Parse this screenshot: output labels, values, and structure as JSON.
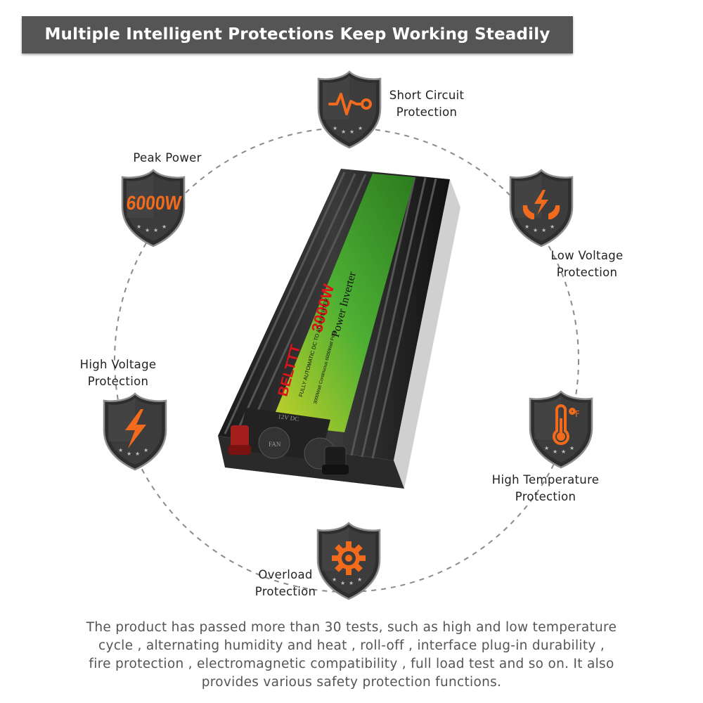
{
  "banner": {
    "title": "Multiple Intelligent Protections Keep Working Steadily"
  },
  "protections": [
    {
      "id": "short-circuit",
      "lines": [
        "Short Circuit",
        "Protection"
      ],
      "icon": "pulse-icon"
    },
    {
      "id": "peak-power",
      "lines": [
        "Peak Power"
      ],
      "icon": "6000w-badge",
      "badge_text": "6000W"
    },
    {
      "id": "low-voltage",
      "lines": [
        "Low Voltage",
        "Protection"
      ],
      "icon": "hands-lightning-icon"
    },
    {
      "id": "high-voltage",
      "lines": [
        "High Voltage",
        "Protection"
      ],
      "icon": "lightning-icon"
    },
    {
      "id": "high-temperature",
      "lines": [
        "High Temperature",
        "Protection"
      ],
      "icon": "thermometer-icon"
    },
    {
      "id": "overload",
      "lines": [
        "Overload",
        "Protection"
      ],
      "icon": "gear-icon"
    }
  ],
  "product": {
    "brand": "BELTTT",
    "power": "3000W",
    "name": "Power Inverter",
    "subtitle": "FULLY AUTOMATIC DC TO AC INVERTER",
    "rating": "3000Watt Continuous 6000Watt Peak",
    "input": "12V DC",
    "fan": "FAN"
  },
  "description": {
    "lines": [
      "The product has passed more than 30 tests, such as high and low temperature",
      "cycle , alternating humidity and heat , roll-off , interface plug-in durability ,",
      "fire protection , electromagnetic compatibility , full load test and so on. It also",
      "provides various safety protection functions."
    ]
  },
  "colors": {
    "accent": "#f26b1d",
    "banner": "#555555",
    "shield_dark": "#2b2b2b",
    "label_green": "#3a9a2a"
  }
}
